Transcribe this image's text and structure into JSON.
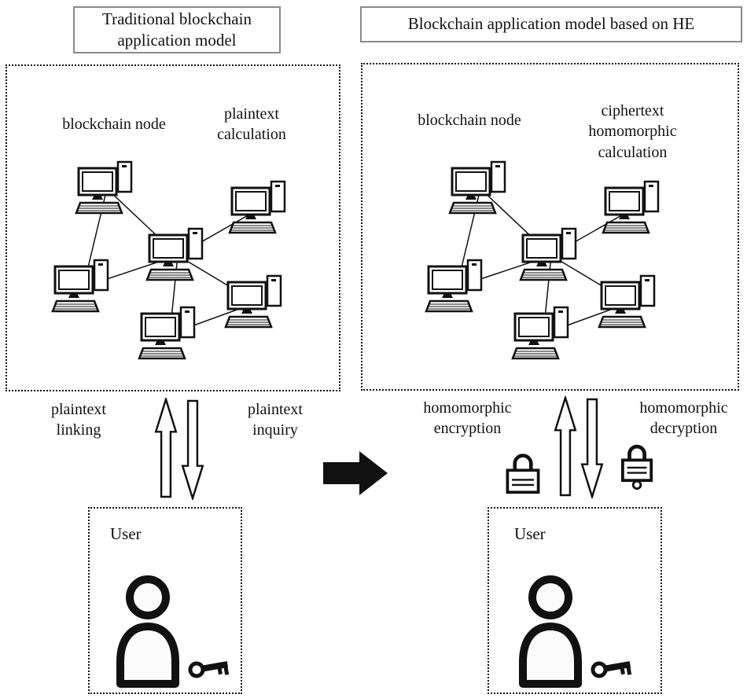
{
  "diagram": {
    "left": {
      "title": "Traditional blockchain application model",
      "node_label": "blockchain node",
      "calculation_label": "plaintext calculation",
      "up_label": "plaintext linking",
      "down_label": "plaintext inquiry",
      "user_label": "User"
    },
    "right": {
      "title": "Blockchain application model based on HE",
      "node_label": "blockchain node",
      "calculation_label": "ciphertext homomorphic calculation",
      "up_label": "homomorphic encryption",
      "down_label": "homomorphic decryption",
      "user_label": "User"
    },
    "colors": {
      "ink": "#111111",
      "box_border_gray": "#8a8a8a",
      "background": "#ffffff"
    }
  }
}
